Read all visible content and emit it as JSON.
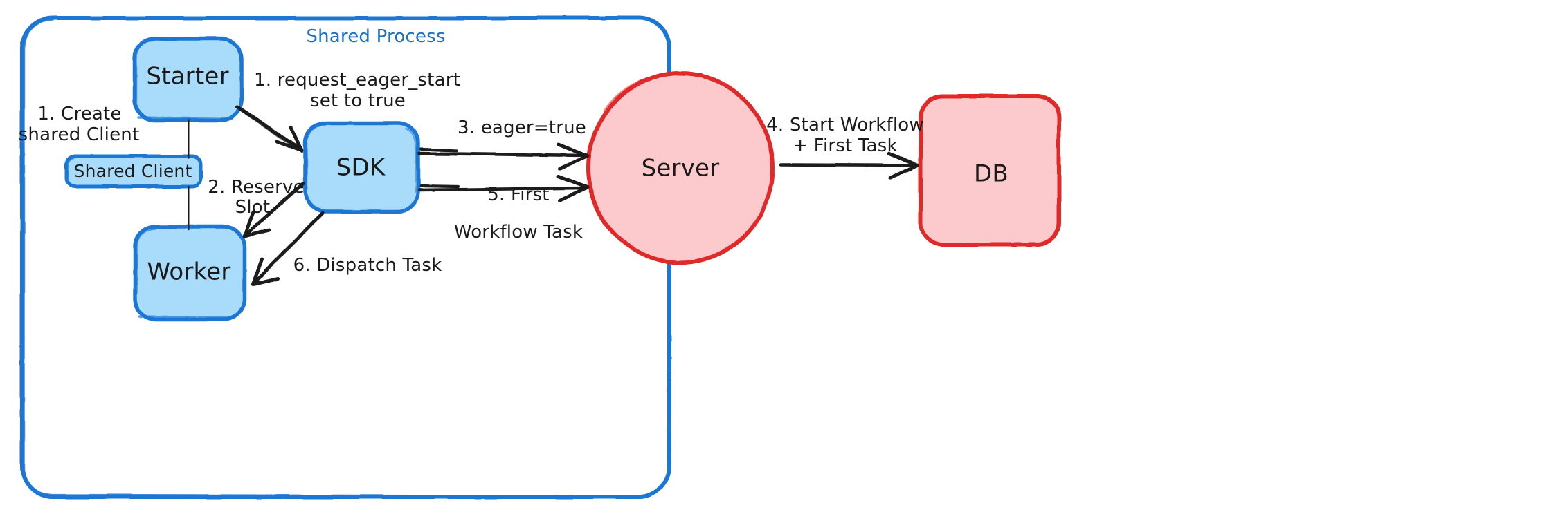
{
  "diagram": {
    "title": "Eager Workflow Start Flow",
    "type": "flow-diagram",
    "colors": {
      "blue_fill": "#a9dcfb",
      "blue_stroke": "#1c77d4",
      "group_label": "#1a72c4",
      "red_fill": "#fcc9cc",
      "red_stroke": "#e02a2a",
      "arrow": "#1a1a1a",
      "background": "#ffffff"
    }
  },
  "group": {
    "label": "Shared Process"
  },
  "nodes": {
    "starter": {
      "label": "Starter"
    },
    "shared_client": {
      "label": "Shared Client"
    },
    "worker": {
      "label": "Worker"
    },
    "sdk": {
      "label": "SDK"
    },
    "server": {
      "label": "Server"
    },
    "db": {
      "label": "DB"
    }
  },
  "edges": [
    {
      "id": "create-shared-client",
      "label_line1": "1. Create",
      "label_line2": "shared Client",
      "from": "starter",
      "to": "shared_client"
    },
    {
      "id": "request-eager-start",
      "label_line1": "1. request_eager_start",
      "label_line2": "set to true",
      "from": "starter",
      "to": "sdk"
    },
    {
      "id": "reserve-slot",
      "label_line1": "2. Reserve",
      "label_line2": "Slot",
      "from": "sdk",
      "to": "worker"
    },
    {
      "id": "eager-true",
      "label_line1": "3. eager=true",
      "label_line2": "",
      "from": "sdk",
      "to": "server"
    },
    {
      "id": "start-workflow-first-task",
      "label_line1": "4. Start Workflow",
      "label_line2": "+ First Task",
      "from": "server",
      "to": "db"
    },
    {
      "id": "first-workflow-task",
      "label_line1": "5. First",
      "label_line2": "Workflow Task",
      "from": "sdk",
      "to": "server"
    },
    {
      "id": "dispatch-task",
      "label_line1": "6. Dispatch Task",
      "label_line2": "",
      "from": "sdk",
      "to": "worker"
    }
  ]
}
